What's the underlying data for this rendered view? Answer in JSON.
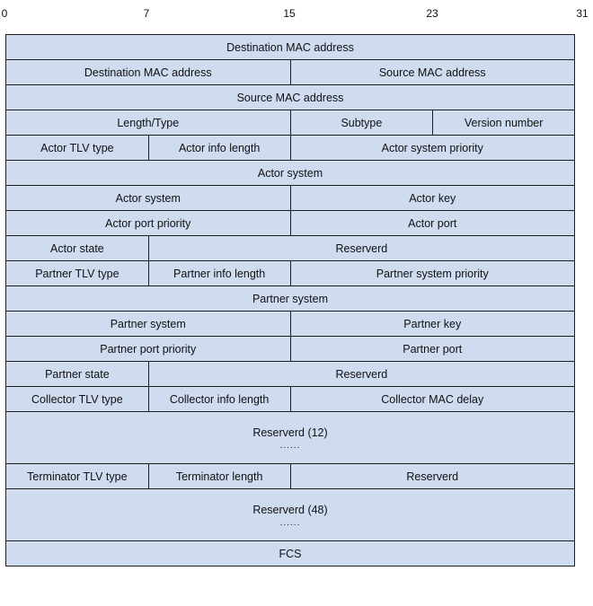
{
  "scale": [
    "0",
    "7",
    "15",
    "23",
    "31"
  ],
  "rows": [
    {
      "cells": [
        {
          "label": "Destination MAC address",
          "span": 32
        }
      ]
    },
    {
      "cells": [
        {
          "label": "Destination MAC address",
          "span": 16
        },
        {
          "label": "Source MAC address",
          "span": 16
        }
      ]
    },
    {
      "cells": [
        {
          "label": "Source MAC address",
          "span": 32
        }
      ]
    },
    {
      "cells": [
        {
          "label": "Length/Type",
          "span": 16
        },
        {
          "label": "Subtype",
          "span": 8
        },
        {
          "label": "Version number",
          "span": 8
        }
      ]
    },
    {
      "cells": [
        {
          "label": "Actor  TLV type",
          "span": 8
        },
        {
          "label": "Actor info length",
          "span": 8
        },
        {
          "label": "Actor  system  priority",
          "span": 16
        }
      ]
    },
    {
      "cells": [
        {
          "label": "Actor  system",
          "span": 32
        }
      ]
    },
    {
      "cells": [
        {
          "label": "Actor  system",
          "span": 16
        },
        {
          "label": "Actor  key",
          "span": 16
        }
      ]
    },
    {
      "cells": [
        {
          "label": "Actor  port priority",
          "span": 16
        },
        {
          "label": "Actor  port",
          "span": 16
        }
      ]
    },
    {
      "cells": [
        {
          "label": "Actor  state",
          "span": 8
        },
        {
          "label": "Reserverd",
          "span": 24
        }
      ]
    },
    {
      "cells": [
        {
          "label": "Partner TLV type",
          "span": 8
        },
        {
          "label": "Partner info length",
          "span": 8
        },
        {
          "label": "Partner system priority",
          "span": 16
        }
      ]
    },
    {
      "cells": [
        {
          "label": "Partner system",
          "span": 32
        }
      ]
    },
    {
      "cells": [
        {
          "label": "Partner system",
          "span": 16
        },
        {
          "label": "Partner key",
          "span": 16
        }
      ]
    },
    {
      "cells": [
        {
          "label": "Partner port priority",
          "span": 16
        },
        {
          "label": "Partner port",
          "span": 16
        }
      ]
    },
    {
      "cells": [
        {
          "label": "Partner state",
          "span": 8
        },
        {
          "label": "Reserverd",
          "span": 24
        }
      ]
    },
    {
      "cells": [
        {
          "label": "Collector TLV type",
          "span": 8
        },
        {
          "label": "Collector info length",
          "span": 8
        },
        {
          "label": "Collector MAC delay",
          "span": 16
        }
      ]
    },
    {
      "tall": true,
      "cells": [
        {
          "label": "Reserverd (12)",
          "dots": "......",
          "span": 32
        }
      ]
    },
    {
      "cells": [
        {
          "label": "Terminator TLV type",
          "span": 8
        },
        {
          "label": "Terminator length",
          "span": 8
        },
        {
          "label": "Reserverd",
          "span": 16
        }
      ]
    },
    {
      "tall": true,
      "cells": [
        {
          "label": "Reserverd (48)",
          "dots": "......",
          "span": 32
        }
      ]
    },
    {
      "cells": [
        {
          "label": "FCS",
          "span": 32
        }
      ]
    }
  ]
}
